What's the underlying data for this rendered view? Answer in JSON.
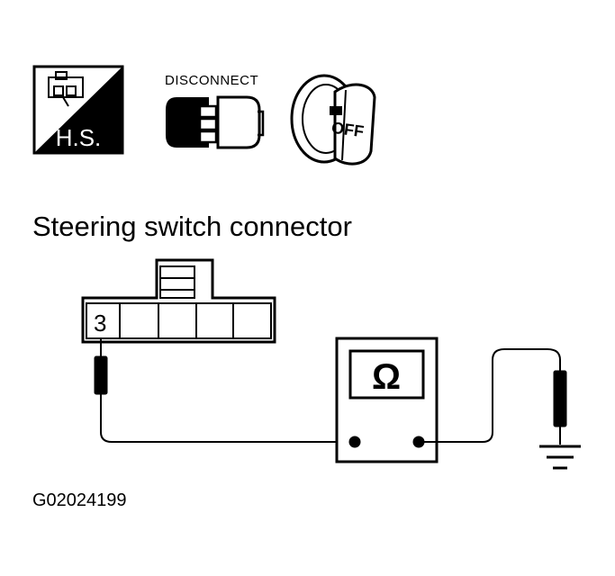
{
  "icons": {
    "harness_side": {
      "name": "harness-side-icon",
      "text": "H.S."
    },
    "disconnect": {
      "name": "disconnect-icon",
      "text": "DISCONNECT"
    },
    "ignition_off": {
      "name": "ignition-key-off-icon",
      "text": "OFF"
    }
  },
  "diagram": {
    "title": "Steering switch connector",
    "terminal_label": "3",
    "meter_symbol": "Ω",
    "figure_id": "G02024199"
  },
  "colors": {
    "ink": "#000000",
    "paper": "#ffffff"
  }
}
